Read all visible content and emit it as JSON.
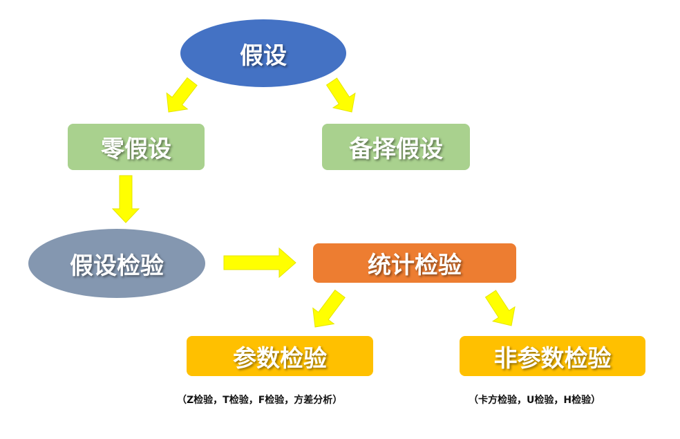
{
  "nodes": {
    "root": "假设",
    "null_hypothesis": "零假设",
    "alternative_hypothesis": "备择假设",
    "hypothesis_testing": "假设检验",
    "statistical_test": "统计检验",
    "parametric_test": "参数检验",
    "nonparametric_test": "非参数检验"
  },
  "notes": {
    "parametric_examples": "（Z检验，T检验，F检验，方差分析）",
    "nonparametric_examples": "（卡方检验，U检验，H检验）"
  },
  "colors": {
    "root": "#4472c4",
    "green": "#a9d18e",
    "hypothesis_testing": "#8497b0",
    "statistical_test": "#ed7d31",
    "yellow_box": "#ffc000",
    "arrow_fill": "#ffff00",
    "arrow_stroke": "#e6e600"
  }
}
